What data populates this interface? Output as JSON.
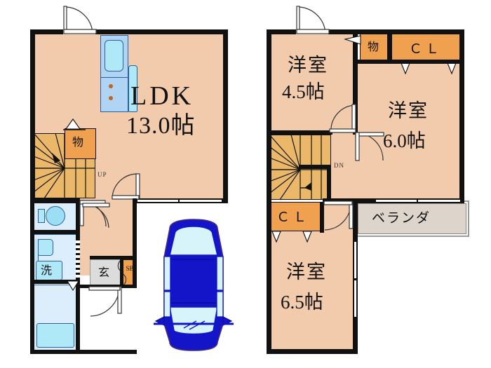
{
  "plan": {
    "title": "Japanese apartment floor plan (madori)",
    "colors": {
      "room_floor": "#F2CBAC",
      "wall": "#111111",
      "closet": "#F0A14F",
      "stairs": "#EBB86A",
      "water_area": "#DCEEFB",
      "entrance": "#DCDCDC",
      "veranda": "#DDD5CC",
      "car": "#1414C8",
      "glass": "#D8F4FB"
    },
    "floors": [
      {
        "name": "first-floor",
        "rooms": [
          {
            "key": "ldk",
            "label": "LDK",
            "size": "13.0帖"
          },
          {
            "key": "storage",
            "label": "物"
          },
          {
            "key": "entrance",
            "label": "玄"
          },
          {
            "key": "shoebox",
            "label": "SB"
          },
          {
            "key": "washer",
            "label": "洗"
          }
        ],
        "annotations": [
          {
            "key": "stairs-up",
            "label": "UP"
          }
        ],
        "fixtures": [
          {
            "key": "kitchen-sink"
          },
          {
            "key": "kitchen-stove"
          },
          {
            "key": "toilet"
          },
          {
            "key": "lavatory-basin"
          },
          {
            "key": "bathtub"
          },
          {
            "key": "car"
          }
        ]
      },
      {
        "name": "second-floor",
        "rooms": [
          {
            "key": "western-room-45",
            "label": "洋室",
            "size": "4.5帖"
          },
          {
            "key": "western-room-60",
            "label": "洋室",
            "size": "6.0帖"
          },
          {
            "key": "western-room-65",
            "label": "洋室",
            "size": "6.5帖"
          },
          {
            "key": "storage",
            "label": "物"
          },
          {
            "key": "closet-top",
            "label": "ＣＬ"
          },
          {
            "key": "closet-bottom",
            "label": "ＣＬ"
          },
          {
            "key": "veranda",
            "label": "ベランダ"
          }
        ],
        "annotations": [
          {
            "key": "stairs-down",
            "label": "DN"
          }
        ]
      }
    ]
  }
}
